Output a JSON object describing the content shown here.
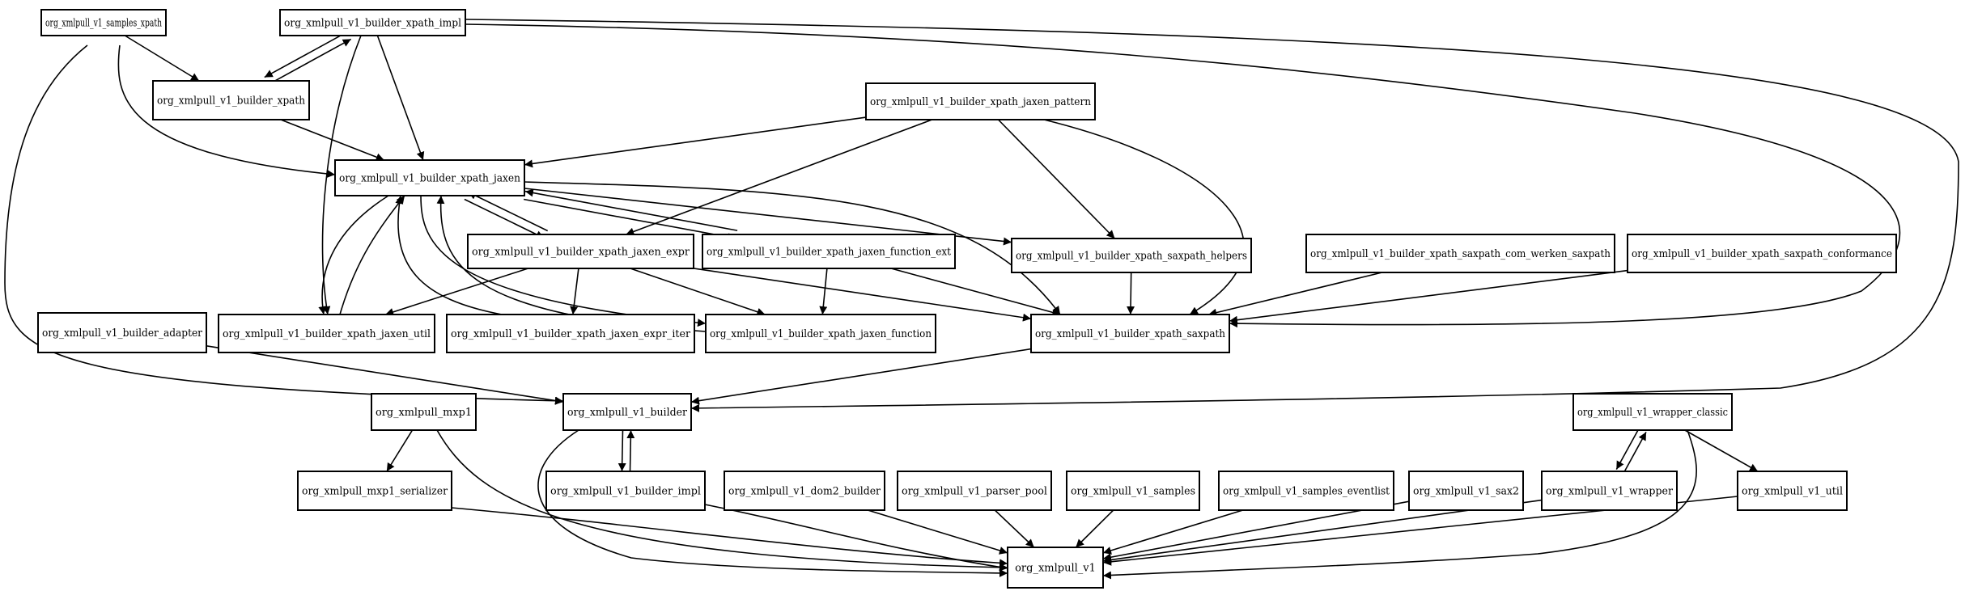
{
  "colors": {
    "background": "#ffffff",
    "stroke": "#000000",
    "text": "#000000"
  },
  "nodes": [
    {
      "id": "org_xmlpull_v1_samples_xpath",
      "label": "org_xmlpull_v1_samples_xpath"
    },
    {
      "id": "org_xmlpull_v1_builder_xpath_impl",
      "label": "org_xmlpull_v1_builder_xpath_impl"
    },
    {
      "id": "org_xmlpull_v1_builder_xpath",
      "label": "org_xmlpull_v1_builder_xpath"
    },
    {
      "id": "org_xmlpull_v1_builder_xpath_jaxen_pattern",
      "label": "org_xmlpull_v1_builder_xpath_jaxen_pattern"
    },
    {
      "id": "org_xmlpull_v1_builder_xpath_jaxen",
      "label": "org_xmlpull_v1_builder_xpath_jaxen"
    },
    {
      "id": "org_xmlpull_v1_builder_xpath_jaxen_expr",
      "label": "org_xmlpull_v1_builder_xpath_jaxen_expr"
    },
    {
      "id": "org_xmlpull_v1_builder_xpath_jaxen_function_ext",
      "label": "org_xmlpull_v1_builder_xpath_jaxen_function_ext"
    },
    {
      "id": "org_xmlpull_v1_builder_xpath_saxpath_helpers",
      "label": "org_xmlpull_v1_builder_xpath_saxpath_helpers"
    },
    {
      "id": "org_xmlpull_v1_builder_xpath_saxpath_com_werken_saxpath",
      "label": "org_xmlpull_v1_builder_xpath_saxpath_com_werken_saxpath"
    },
    {
      "id": "org_xmlpull_v1_builder_xpath_saxpath_conformance",
      "label": "org_xmlpull_v1_builder_xpath_saxpath_conformance"
    },
    {
      "id": "org_xmlpull_v1_builder_adapter",
      "label": "org_xmlpull_v1_builder_adapter"
    },
    {
      "id": "org_xmlpull_v1_builder_xpath_jaxen_util",
      "label": "org_xmlpull_v1_builder_xpath_jaxen_util"
    },
    {
      "id": "org_xmlpull_v1_builder_xpath_jaxen_expr_iter",
      "label": "org_xmlpull_v1_builder_xpath_jaxen_expr_iter"
    },
    {
      "id": "org_xmlpull_v1_builder_xpath_jaxen_function",
      "label": "org_xmlpull_v1_builder_xpath_jaxen_function"
    },
    {
      "id": "org_xmlpull_v1_builder_xpath_saxpath",
      "label": "org_xmlpull_v1_builder_xpath_saxpath"
    },
    {
      "id": "org_xmlpull_mxp1",
      "label": "org_xmlpull_mxp1"
    },
    {
      "id": "org_xmlpull_v1_builder",
      "label": "org_xmlpull_v1_builder"
    },
    {
      "id": "org_xmlpull_v1_wrapper_classic",
      "label": "org_xmlpull_v1_wrapper_classic"
    },
    {
      "id": "org_xmlpull_mxp1_serializer",
      "label": "org_xmlpull_mxp1_serializer"
    },
    {
      "id": "org_xmlpull_v1_builder_impl",
      "label": "org_xmlpull_v1_builder_impl"
    },
    {
      "id": "org_xmlpull_v1_dom2_builder",
      "label": "org_xmlpull_v1_dom2_builder"
    },
    {
      "id": "org_xmlpull_v1_parser_pool",
      "label": "org_xmlpull_v1_parser_pool"
    },
    {
      "id": "org_xmlpull_v1_samples",
      "label": "org_xmlpull_v1_samples"
    },
    {
      "id": "org_xmlpull_v1_samples_eventlist",
      "label": "org_xmlpull_v1_samples_eventlist"
    },
    {
      "id": "org_xmlpull_v1_sax2",
      "label": "org_xmlpull_v1_sax2"
    },
    {
      "id": "org_xmlpull_v1_wrapper",
      "label": "org_xmlpull_v1_wrapper"
    },
    {
      "id": "org_xmlpull_v1_util",
      "label": "org_xmlpull_v1_util"
    },
    {
      "id": "org_xmlpull_v1",
      "label": "org_xmlpull_v1"
    }
  ],
  "edges": [
    {
      "from": "org_xmlpull_v1_samples_xpath",
      "to": "org_xmlpull_v1_builder_xpath"
    },
    {
      "from": "org_xmlpull_v1_samples_xpath",
      "to": "org_xmlpull_v1_builder_xpath_jaxen"
    },
    {
      "from": "org_xmlpull_v1_samples_xpath",
      "to": "org_xmlpull_v1_builder"
    },
    {
      "from": "org_xmlpull_v1_builder_xpath_impl",
      "to": "org_xmlpull_v1_builder_xpath"
    },
    {
      "from": "org_xmlpull_v1_builder_xpath",
      "to": "org_xmlpull_v1_builder_xpath_impl"
    },
    {
      "from": "org_xmlpull_v1_builder_xpath_impl",
      "to": "org_xmlpull_v1_builder_xpath_jaxen"
    },
    {
      "from": "org_xmlpull_v1_builder_xpath_impl",
      "to": "org_xmlpull_v1_builder_xpath_jaxen_util"
    },
    {
      "from": "org_xmlpull_v1_builder_xpath_impl",
      "to": "org_xmlpull_v1_builder_xpath_saxpath"
    },
    {
      "from": "org_xmlpull_v1_builder_xpath_impl",
      "to": "org_xmlpull_v1_builder"
    },
    {
      "from": "org_xmlpull_v1_builder_xpath",
      "to": "org_xmlpull_v1_builder_xpath_jaxen"
    },
    {
      "from": "org_xmlpull_v1_builder_xpath_jaxen_pattern",
      "to": "org_xmlpull_v1_builder_xpath_jaxen"
    },
    {
      "from": "org_xmlpull_v1_builder_xpath_jaxen_pattern",
      "to": "org_xmlpull_v1_builder_xpath_jaxen_expr"
    },
    {
      "from": "org_xmlpull_v1_builder_xpath_jaxen_pattern",
      "to": "org_xmlpull_v1_builder_xpath_saxpath_helpers"
    },
    {
      "from": "org_xmlpull_v1_builder_xpath_jaxen_pattern",
      "to": "org_xmlpull_v1_builder_xpath_saxpath"
    },
    {
      "from": "org_xmlpull_v1_builder_xpath_jaxen",
      "to": "org_xmlpull_v1_builder_xpath_jaxen_expr"
    },
    {
      "from": "org_xmlpull_v1_builder_xpath_jaxen_expr",
      "to": "org_xmlpull_v1_builder_xpath_jaxen"
    },
    {
      "from": "org_xmlpull_v1_builder_xpath_jaxen",
      "to": "org_xmlpull_v1_builder_xpath_jaxen_function_ext"
    },
    {
      "from": "org_xmlpull_v1_builder_xpath_jaxen_function_ext",
      "to": "org_xmlpull_v1_builder_xpath_jaxen"
    },
    {
      "from": "org_xmlpull_v1_builder_xpath_jaxen",
      "to": "org_xmlpull_v1_builder_xpath_saxpath_helpers"
    },
    {
      "from": "org_xmlpull_v1_builder_xpath_jaxen",
      "to": "org_xmlpull_v1_builder_xpath_saxpath"
    },
    {
      "from": "org_xmlpull_v1_builder_xpath_jaxen",
      "to": "org_xmlpull_v1_builder_xpath_jaxen_util"
    },
    {
      "from": "org_xmlpull_v1_builder_xpath_jaxen_util",
      "to": "org_xmlpull_v1_builder_xpath_jaxen"
    },
    {
      "from": "org_xmlpull_v1_builder_xpath_jaxen_expr_iter",
      "to": "org_xmlpull_v1_builder_xpath_jaxen"
    },
    {
      "from": "org_xmlpull_v1_builder_xpath_jaxen",
      "to": "org_xmlpull_v1_builder_xpath_jaxen_function"
    },
    {
      "from": "org_xmlpull_v1_builder_xpath_jaxen_function",
      "to": "org_xmlpull_v1_builder_xpath_jaxen"
    },
    {
      "from": "org_xmlpull_v1_builder_xpath_jaxen_expr",
      "to": "org_xmlpull_v1_builder_xpath_jaxen_util"
    },
    {
      "from": "org_xmlpull_v1_builder_xpath_jaxen_expr",
      "to": "org_xmlpull_v1_builder_xpath_jaxen_expr_iter"
    },
    {
      "from": "org_xmlpull_v1_builder_xpath_jaxen_expr",
      "to": "org_xmlpull_v1_builder_xpath_jaxen_function"
    },
    {
      "from": "org_xmlpull_v1_builder_xpath_jaxen_expr",
      "to": "org_xmlpull_v1_builder_xpath_saxpath"
    },
    {
      "from": "org_xmlpull_v1_builder_xpath_jaxen_function_ext",
      "to": "org_xmlpull_v1_builder_xpath_jaxen_function"
    },
    {
      "from": "org_xmlpull_v1_builder_xpath_jaxen_function_ext",
      "to": "org_xmlpull_v1_builder_xpath_saxpath"
    },
    {
      "from": "org_xmlpull_v1_builder_xpath_saxpath_helpers",
      "to": "org_xmlpull_v1_builder_xpath_saxpath"
    },
    {
      "from": "org_xmlpull_v1_builder_xpath_saxpath_com_werken_saxpath",
      "to": "org_xmlpull_v1_builder_xpath_saxpath"
    },
    {
      "from": "org_xmlpull_v1_builder_xpath_saxpath_conformance",
      "to": "org_xmlpull_v1_builder_xpath_saxpath"
    },
    {
      "from": "org_xmlpull_v1_builder_xpath_saxpath",
      "to": "org_xmlpull_v1_builder"
    },
    {
      "from": "org_xmlpull_v1_builder_adapter",
      "to": "org_xmlpull_v1_builder"
    },
    {
      "from": "org_xmlpull_mxp1",
      "to": "org_xmlpull_mxp1_serializer"
    },
    {
      "from": "org_xmlpull_mxp1",
      "to": "org_xmlpull_v1"
    },
    {
      "from": "org_xmlpull_v1_builder",
      "to": "org_xmlpull_v1_builder_impl"
    },
    {
      "from": "org_xmlpull_v1_builder_impl",
      "to": "org_xmlpull_v1_builder"
    },
    {
      "from": "org_xmlpull_v1_builder",
      "to": "org_xmlpull_v1"
    },
    {
      "from": "org_xmlpull_v1_wrapper_classic",
      "to": "org_xmlpull_v1_wrapper"
    },
    {
      "from": "org_xmlpull_v1_wrapper",
      "to": "org_xmlpull_v1_wrapper_classic"
    },
    {
      "from": "org_xmlpull_v1_wrapper_classic",
      "to": "org_xmlpull_v1_util"
    },
    {
      "from": "org_xmlpull_v1_wrapper_classic",
      "to": "org_xmlpull_v1"
    },
    {
      "from": "org_xmlpull_mxp1_serializer",
      "to": "org_xmlpull_v1"
    },
    {
      "from": "org_xmlpull_v1_builder_impl",
      "to": "org_xmlpull_v1"
    },
    {
      "from": "org_xmlpull_v1_dom2_builder",
      "to": "org_xmlpull_v1"
    },
    {
      "from": "org_xmlpull_v1_parser_pool",
      "to": "org_xmlpull_v1"
    },
    {
      "from": "org_xmlpull_v1_samples",
      "to": "org_xmlpull_v1"
    },
    {
      "from": "org_xmlpull_v1_samples_eventlist",
      "to": "org_xmlpull_v1"
    },
    {
      "from": "org_xmlpull_v1_sax2",
      "to": "org_xmlpull_v1"
    },
    {
      "from": "org_xmlpull_v1_wrapper",
      "to": "org_xmlpull_v1"
    },
    {
      "from": "org_xmlpull_v1_util",
      "to": "org_xmlpull_v1"
    }
  ]
}
